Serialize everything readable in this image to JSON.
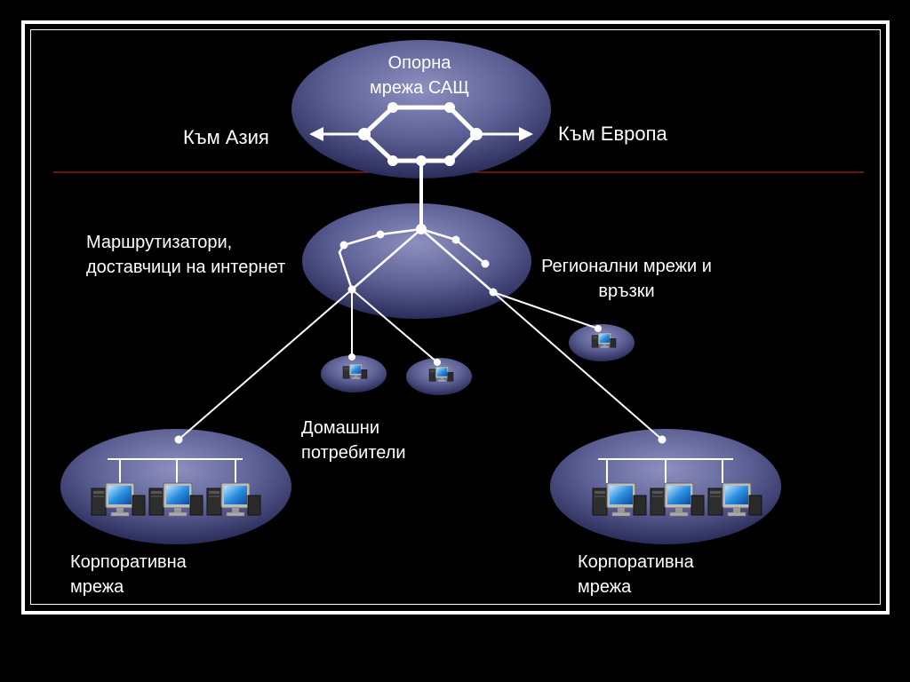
{
  "labels": {
    "backbone_line1": "Опорна",
    "backbone_line2": "мрежа САЩ",
    "to_asia": "Към Азия",
    "to_europe": "Към Европа",
    "routers_line1": "Маршрутизатори,",
    "routers_line2": "доставчици на интернет",
    "regional_line1": "Регионални мрежи и",
    "regional_line2": "връзки",
    "home_line1": "Домашни",
    "home_line2": "потребители",
    "corp_left_line1": "Корпоративна",
    "corp_left_line2": "мрежа",
    "corp_right_line1": "Корпоративна",
    "corp_right_line2": "мрежа"
  },
  "colors": {
    "background": "#000000",
    "frame": "#ffffff",
    "cloud_light": "#7c7fae",
    "cloud_dark": "#2a2c5a",
    "separator": "#8b1a1a",
    "links": "#ffffff"
  }
}
